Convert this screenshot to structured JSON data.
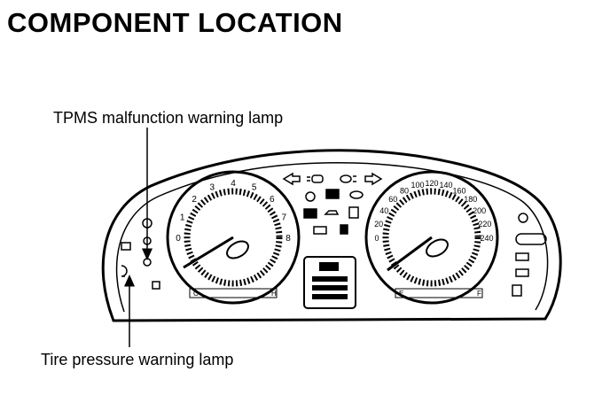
{
  "title": "COMPONENT LOCATION",
  "callouts": {
    "tpms_lamp": "TPMS malfunction warning lamp",
    "tire_pressure_lamp": "Tire pressure warning lamp"
  },
  "tachometer": {
    "tick_labels": [
      "0",
      "1",
      "2",
      "3",
      "4",
      "5",
      "6",
      "7",
      "8"
    ]
  },
  "speedometer": {
    "tick_labels": [
      "0",
      "20",
      "40",
      "60",
      "80",
      "100",
      "120",
      "140",
      "160",
      "180",
      "200",
      "220",
      "240"
    ]
  },
  "temp_gauge": {
    "low": "C",
    "high": "H"
  },
  "fuel_gauge": {
    "low": "E",
    "high": "F"
  }
}
